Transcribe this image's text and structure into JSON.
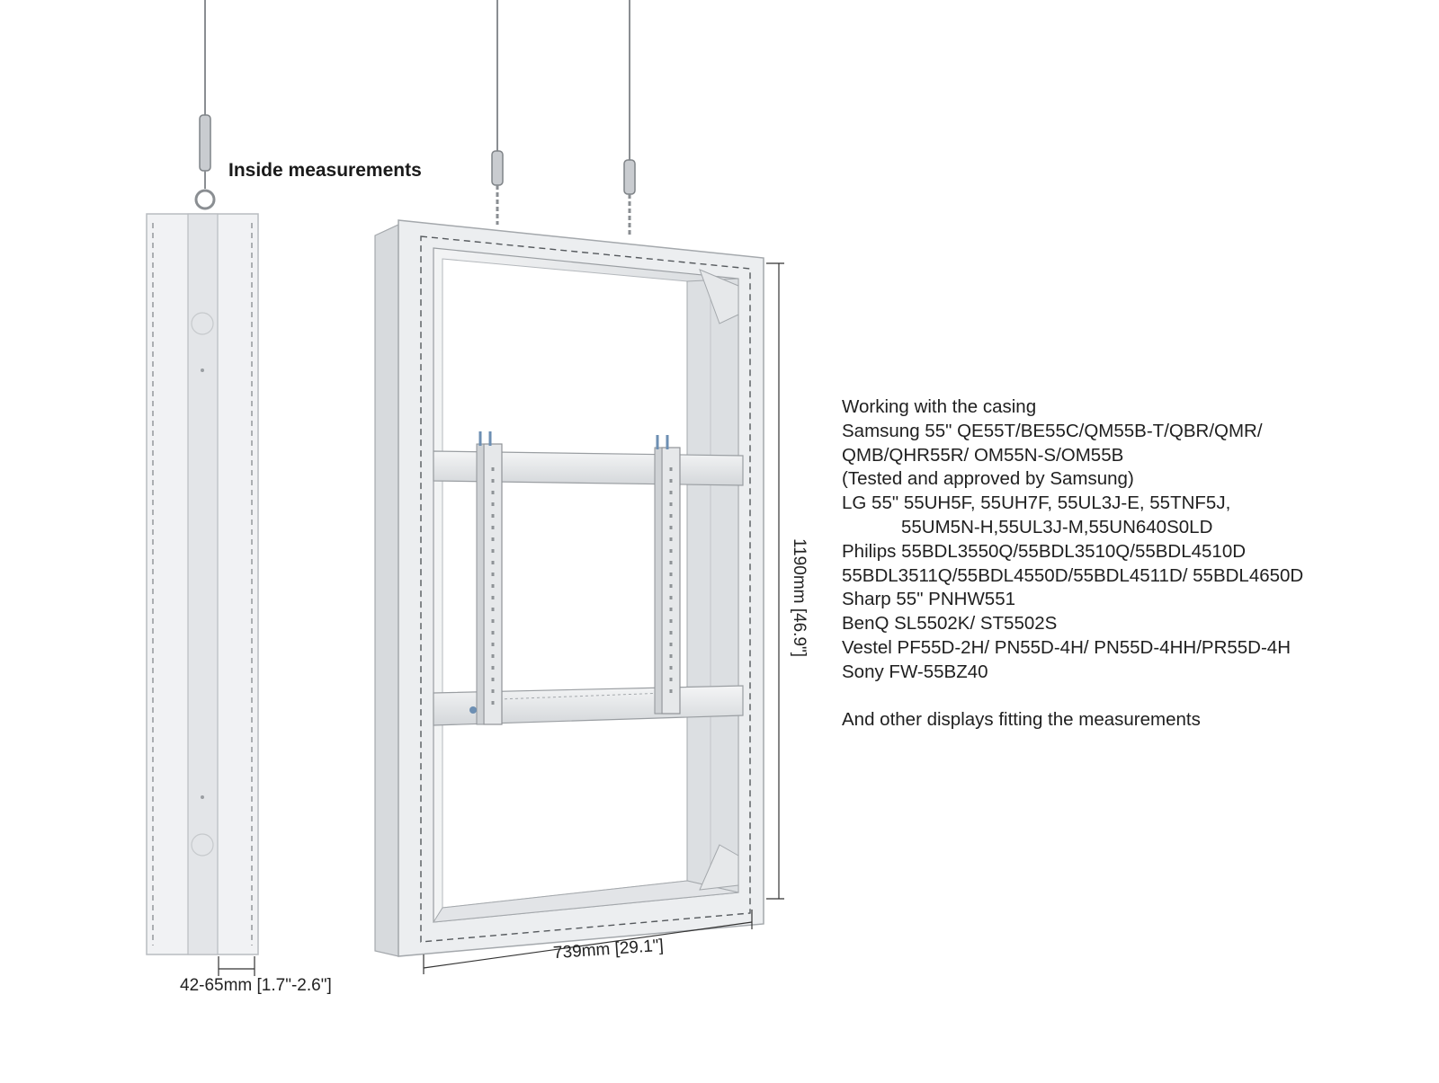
{
  "heading": "Inside measurements",
  "dimensions": {
    "depth": "42-65mm [1.7\"-2.6\"]",
    "width": "739mm [29.1\"]",
    "height": "1190mm [46.9\"]"
  },
  "compatibility": {
    "intro": "Working with the casing",
    "lines": [
      "Samsung 55\" QE55T/BE55C/QM55B-T/QBR/QMR/",
      "QMB/QHR55R/ OM55N-S/OM55B",
      "(Tested and approved by Samsung)",
      "LG 55\" 55UH5F, 55UH7F, 55UL3J-E, 55TNF5J,",
      "55UM5N-H,55UL3J-M,55UN640S0LD",
      "Philips 55BDL3550Q/55BDL3510Q/55BDL4510D",
      "55BDL3511Q/55BDL4550D/55BDL4511D/ 55BDL4650D",
      "Sharp 55\" PNHW551",
      "BenQ SL5502K/ ST5502S",
      "Vestel PF55D-2H/ PN55D-4H/ PN55D-4HH/PR55D-4H",
      "Sony FW-55BZ40"
    ],
    "footer": "And other displays fitting the measurements"
  },
  "colors": {
    "casing": "#eef0f2",
    "casing_shadow": "#d6d9dc",
    "bracket": "#e4e6e8",
    "outline": "#9a9ea2",
    "text": "#1f1f1f"
  }
}
